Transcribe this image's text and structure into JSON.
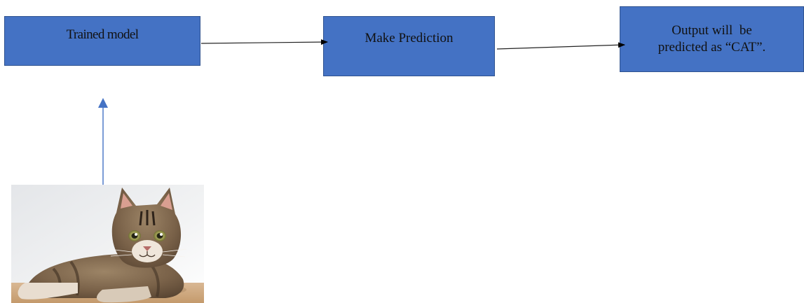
{
  "diagram": {
    "nodes": [
      {
        "id": "trained-model",
        "label": "Trained model"
      },
      {
        "id": "make-prediction",
        "label": "Make Prediction"
      },
      {
        "id": "output",
        "label_line1": "Output will  be",
        "label_line2": "predicted as “CAT”."
      }
    ],
    "edges": [
      {
        "from": "cat-photo",
        "to": "trained-model"
      },
      {
        "from": "trained-model",
        "to": "make-prediction"
      },
      {
        "from": "make-prediction",
        "to": "output"
      }
    ],
    "input_image": "cat-photo",
    "colors": {
      "box_fill": "#4472c4",
      "box_border": "#2f528f",
      "input_arrow": "#4472c4",
      "flow_arrow": "#000000"
    }
  }
}
